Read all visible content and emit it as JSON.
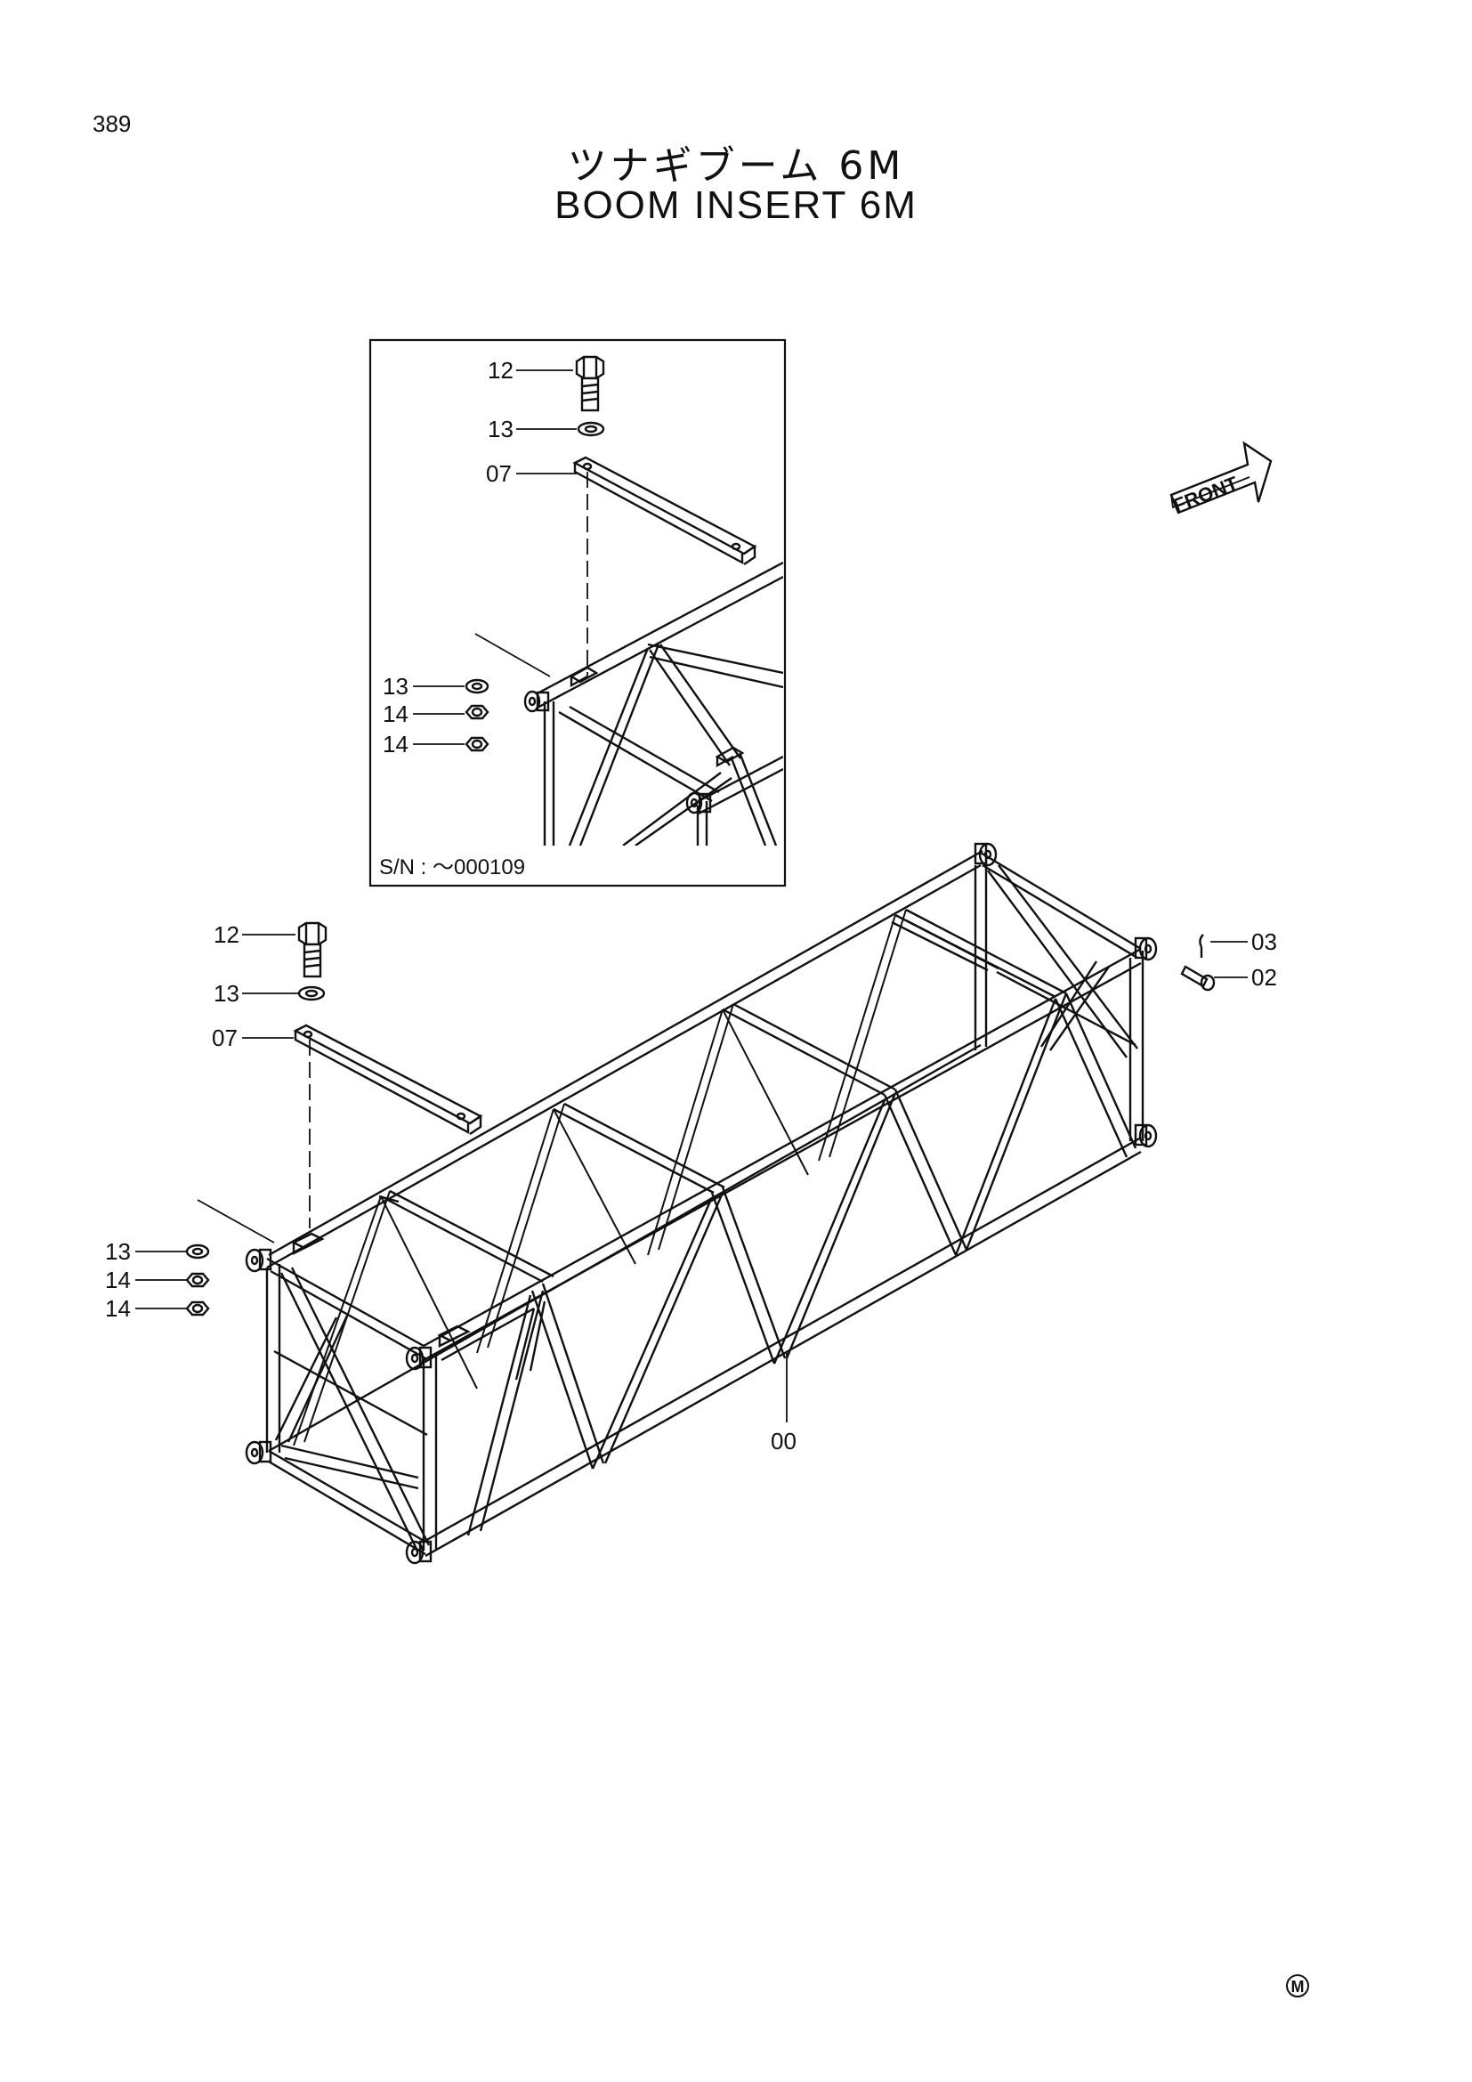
{
  "page": {
    "number": "389",
    "title_jp": "ツナギブーム 6M",
    "title_en": "BOOM INSERT 6M"
  },
  "inset": {
    "serial_note": "S/N : ～000109",
    "labels": [
      "12",
      "13",
      "07",
      "13",
      "14",
      "14"
    ]
  },
  "front_arrow": {
    "label": "FRONT"
  },
  "main": {
    "labels_left": [
      "12",
      "13",
      "07",
      "13",
      "14",
      "14"
    ],
    "labels_right": [
      "03",
      "02"
    ],
    "label_boom": "00"
  },
  "footer": {
    "mark": "M"
  }
}
